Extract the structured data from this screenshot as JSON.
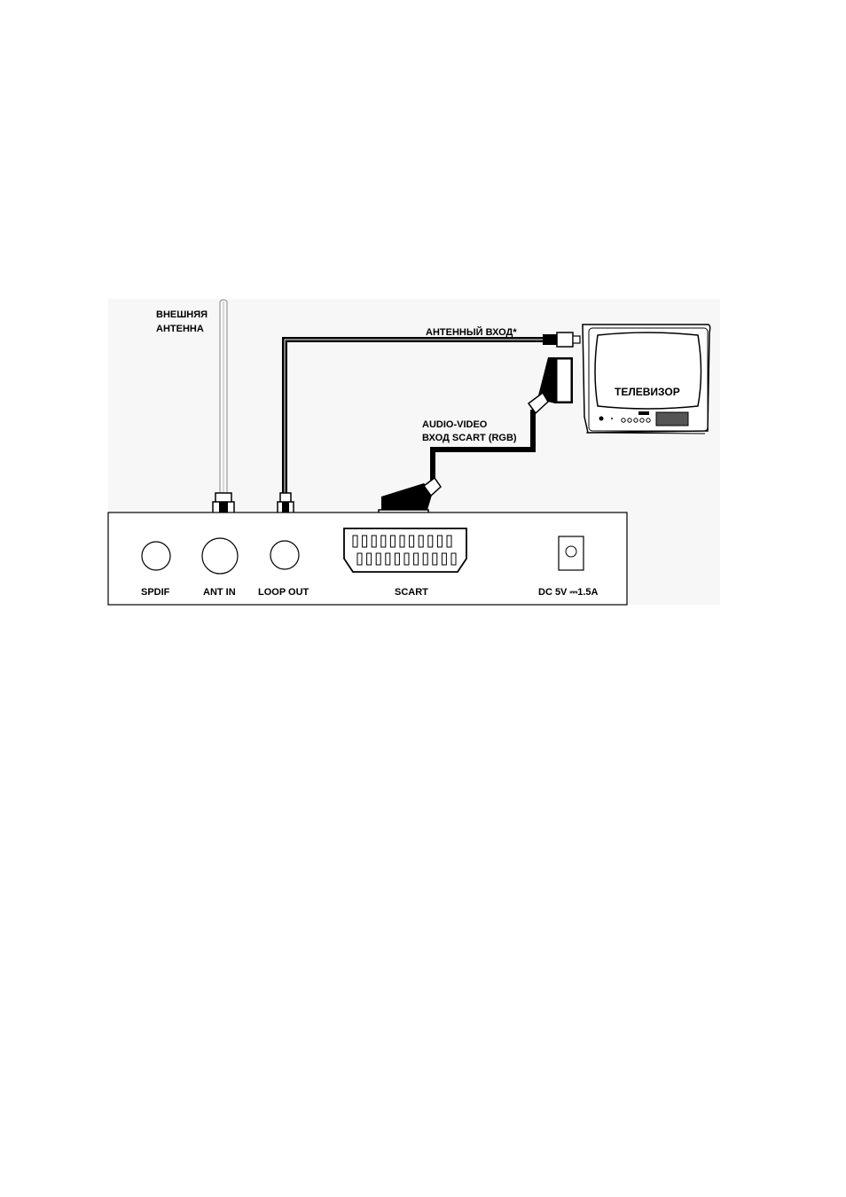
{
  "antenna": {
    "line1": "ВНЕШНЯЯ",
    "line2": "АНТЕННА"
  },
  "cable_labels": {
    "antenna_input": "АНТЕННЫЙ ВХОД*",
    "scart_line1": "AUDIO-VIDEO",
    "scart_line2": "ВХОД SCART (RGB)"
  },
  "tv": {
    "label": "ТЕЛЕВИЗОР"
  },
  "ports": {
    "spdif": "SPDIF",
    "ant_in": "ANT IN",
    "loop_out": "LOOP OUT",
    "scart": "SCART",
    "dc": "DC 5V ⎓1.5A"
  }
}
